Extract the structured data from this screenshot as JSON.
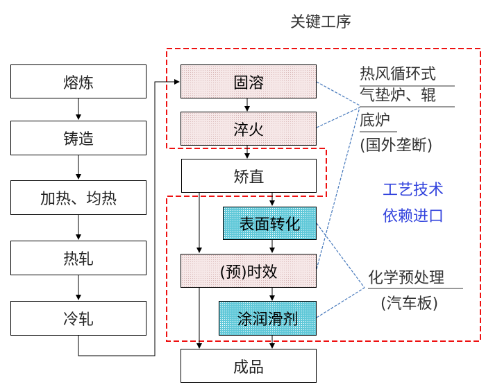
{
  "title": "关键工序",
  "left_chain": [
    "熔炼",
    "铸造",
    "加热、均热",
    "热轧",
    "冷轧"
  ],
  "right_chain": {
    "solution": "固溶",
    "quench": "淬火",
    "straighten": "矫直",
    "surface": "表面转化",
    "aging": "(预)时效",
    "lubricant": "涂润滑剂",
    "product": "成品"
  },
  "annotations": {
    "furnace_line1": "热风循环式",
    "furnace_line2": "气垫炉、辊",
    "furnace_line3": "底炉",
    "furnace_line4": "(国外垄断)",
    "tech_line1": "工艺技术",
    "tech_line2": "依赖进口",
    "chem_line1": "化学预处理",
    "chem_line2": "(汽车板)"
  },
  "colors": {
    "dashed_border": "#ee1111",
    "connector": "#4477bb",
    "highlight_pink": "#f6e8e8",
    "highlight_cyan": "#5fc8d8",
    "emphasis_text": "#3344dd"
  }
}
